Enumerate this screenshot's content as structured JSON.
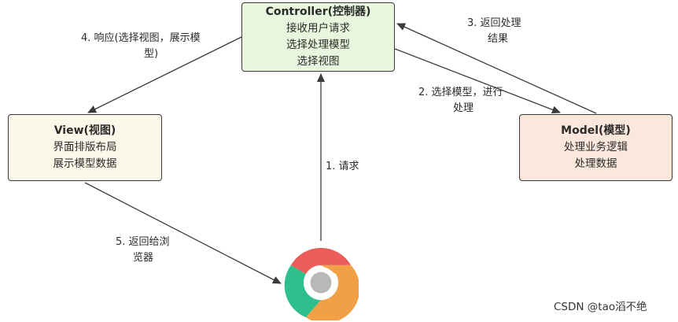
{
  "nodes": {
    "controller": {
      "title": "Controller(控制器)",
      "lines": [
        "接收用户请求",
        "选择处理模型",
        "选择视图"
      ]
    },
    "view": {
      "title": "View(视图)",
      "lines": [
        "界面排版布局",
        "展示模型数据"
      ]
    },
    "model": {
      "title": "Model(模型)",
      "lines": [
        "处理业务逻辑",
        "处理数据"
      ]
    }
  },
  "edges": {
    "request": "1. 请求",
    "select_model": [
      "2. 选择模型，进行",
      "处理"
    ],
    "return_result": [
      "3. 返回处理",
      "结果"
    ],
    "respond": [
      "4. 响应(选择视图，展示模",
      "型)"
    ],
    "return_browser": [
      "5. 返回给浏",
      "览器"
    ]
  },
  "watermark": "CSDN @tao滔不绝",
  "icons": {
    "browser": "chrome-browser-icon"
  },
  "colors": {
    "controller_fill": "#e8f6dd",
    "view_fill": "#fcf8e9",
    "model_fill": "#fbe7db",
    "chrome_red": "#ea5d5b",
    "chrome_green": "#2fbf8c",
    "chrome_orange": "#f2a046",
    "chrome_center": "#b8b8b8"
  }
}
